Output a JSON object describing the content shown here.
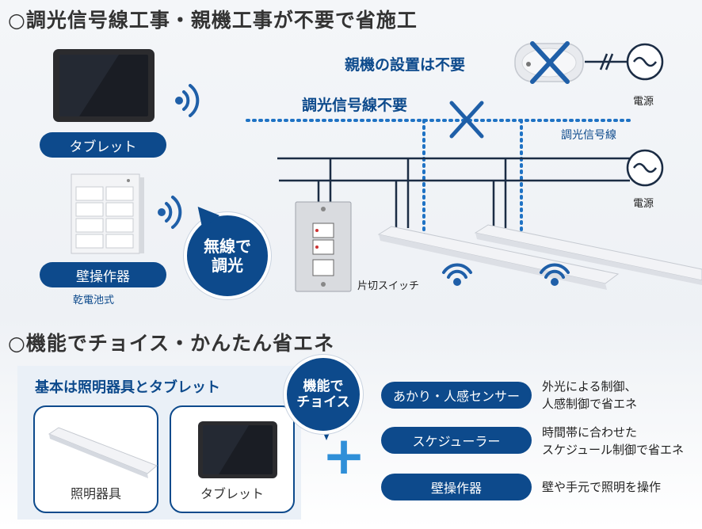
{
  "section1": {
    "title": "○調光信号線工事・親機工事が不要で省施工",
    "tablet_label": "タブレット",
    "wall_controller_label": "壁操作器",
    "battery_type": "乾電池式",
    "bubble_line1": "無線で",
    "bubble_line2": "調光",
    "parent_unit_text": "親機の設置は不要",
    "signal_line_text": "調光信号線不要",
    "signal_line_label": "調光信号線",
    "power_label_top": "電源",
    "power_label_mid": "電源",
    "switch_label": "片切スイッチ"
  },
  "section2": {
    "title": "○機能でチョイス・かんたん省エネ",
    "basic_heading": "基本は照明器具とタブレット",
    "card_light_label": "照明器具",
    "card_tablet_label": "タブレット",
    "choice_line1": "機能で",
    "choice_line2": "チョイス",
    "plus": "+",
    "options": [
      {
        "label": "あかり・人感センサー",
        "desc1": "外光による制御、",
        "desc2": "人感制御で省エネ"
      },
      {
        "label": "スケジューラー",
        "desc1": "時間帯に合わせた",
        "desc2": "スケジュール制御で省エネ"
      },
      {
        "label": "壁操作器",
        "desc1": "壁や手元で照明を操作",
        "desc2": ""
      }
    ]
  },
  "colors": {
    "brand_blue": "#0d4a8c",
    "signal_blue": "#1f72c4",
    "wire": "#1b2c44"
  }
}
